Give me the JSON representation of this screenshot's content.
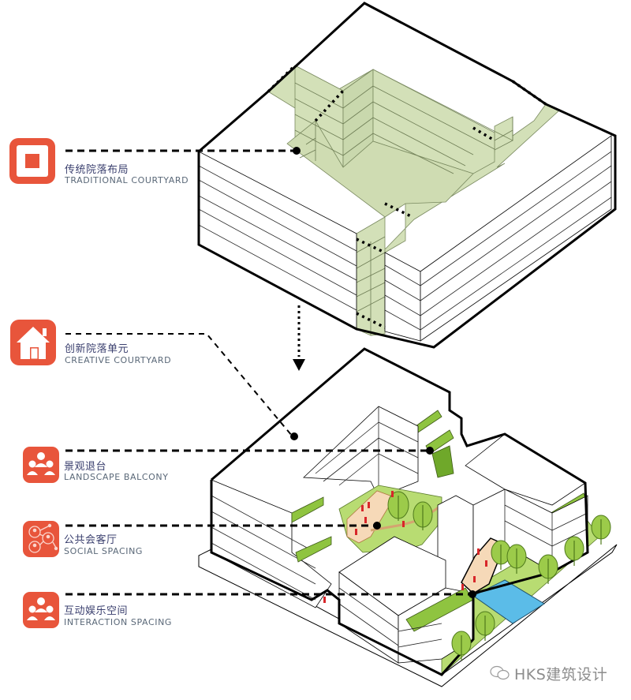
{
  "diagram": {
    "top_model": "traditional-courtyard-block",
    "bottom_model": "creative-courtyard-unit",
    "transition_arrow": "down-arrow-icon"
  },
  "legend": [
    {
      "zh": "传统院落布局",
      "en": "TRADITIONAL COURTYARD",
      "icon": "courtyard-square-icon"
    },
    {
      "zh": "创新院落单元",
      "en": "CREATIVE COURTYARD",
      "icon": "house-icon"
    },
    {
      "zh": "景观退台",
      "en": "LANDSCAPE BALCONY",
      "icon": "people-group-icon"
    },
    {
      "zh": "公共会客厅",
      "en": "SOCIAL SPACING",
      "icon": "social-network-icon"
    },
    {
      "zh": "互动娱乐空间",
      "en": "INTERACTION SPACING",
      "icon": "people-group-icon"
    }
  ],
  "watermark": {
    "text": "HKS建筑设计",
    "icon": "wechat-icon"
  },
  "colors": {
    "accent": "#e8553b",
    "courtyard_green": "#d3e0b8",
    "roof_green": "#8fc440",
    "grass_green": "#b8dc72",
    "water_blue": "#5bbce8",
    "deck_tan": "#f6d9b8",
    "people_red": "#d8262a",
    "text_zh": "#3a3f6e",
    "text_en": "#5a6878"
  }
}
